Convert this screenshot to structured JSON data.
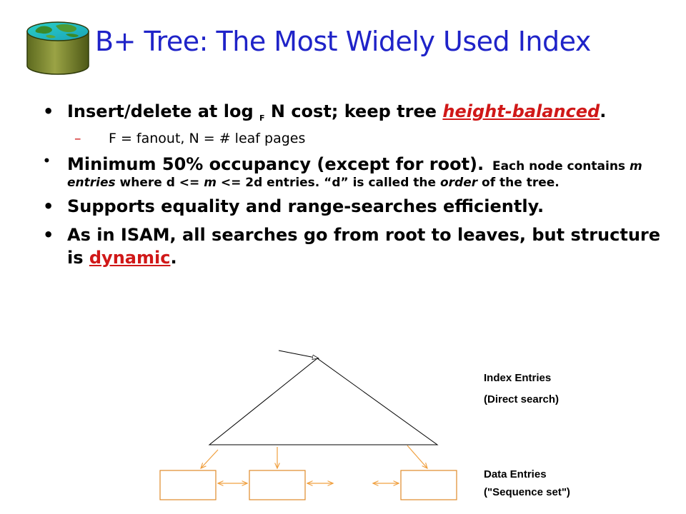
{
  "slide": {
    "title": "B+ Tree:  The Most Widely Used Index",
    "bullets": {
      "b1_prefix": "Insert/delete at log ",
      "b1_sub": "F",
      "b1_mid": " N cost; keep tree ",
      "b1_highlight": "height-balanced",
      "b1_suffix": ".",
      "b1_subitem": "F = fanout, N = # leaf pages",
      "b2_lead": "Minimum 50% occupancy (except for root).",
      "b2_each": "Each node contains ",
      "b2_m_entries": "m entries",
      "b2_where": " where  d <=  ",
      "b2_m": "m",
      "b2_rest": "  <= 2d entries. “d” is called the ",
      "b2_order": "order",
      "b2_end": " of the tree.",
      "b3": "Supports equality and range-searches efficiently.",
      "b4_prefix": "As in ISAM, all searches go from root to leaves, but structure is ",
      "b4_highlight": "dynamic",
      "b4_suffix": "."
    }
  },
  "diagram": {
    "index_label_1": "Index Entries",
    "index_label_2": "(Direct search)",
    "data_label_1": "Data Entries",
    "data_label_2": "(\"Sequence set\")"
  },
  "colors": {
    "title": "#1f23c8",
    "highlight": "#d01818",
    "arrow": "#f0a040",
    "leaf_border": "#e08a2a"
  },
  "icons": {
    "logo": "database-cylinder-globe-icon"
  }
}
